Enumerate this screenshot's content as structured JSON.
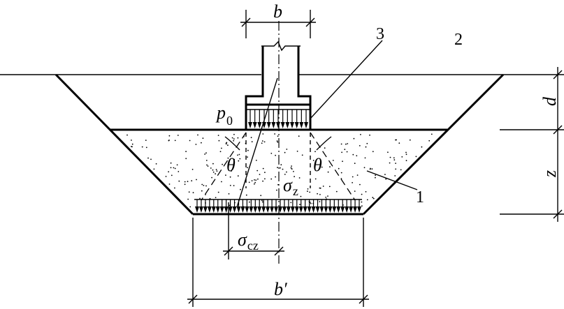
{
  "labels": {
    "b": "b",
    "b_prime": "b′",
    "d": "d",
    "z": "z",
    "p0_main": "p",
    "p0_sub": "0",
    "theta": "θ",
    "sigma_z_main": "σ",
    "sigma_z_sub": "z",
    "sigma_cz_main": "σ",
    "sigma_cz_sub": "cz",
    "callout_1": "1",
    "callout_2": "2",
    "callout_3": "3"
  },
  "loads": {
    "top_arrow_count": 13,
    "bottom_arrow_count": 40
  },
  "colors": {
    "line": "#000000",
    "background": "#ffffff"
  }
}
